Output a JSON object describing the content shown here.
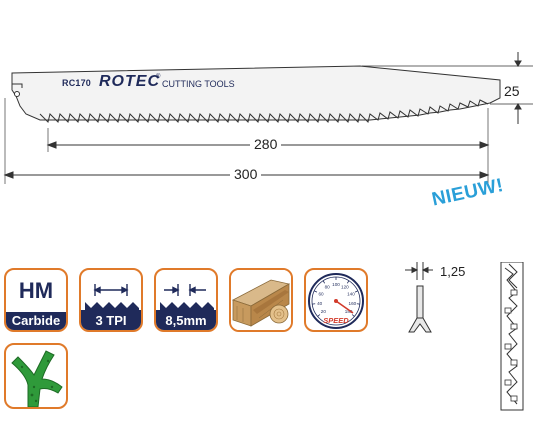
{
  "blade": {
    "model": "RC170",
    "brand": "ROTEC",
    "registered": "®",
    "tagline": "CUTTING TOOLS"
  },
  "dimensions": {
    "width": "25",
    "toothed_length": "280",
    "total_length": "300",
    "thickness": "1,25"
  },
  "badge": {
    "text": "NIEUW!",
    "color": "#2a9fd8"
  },
  "features": {
    "material_top": "HM",
    "material_bottom": "Carbide",
    "tpi": "3 TPI",
    "tooth_pitch": "8,5mm",
    "speed_label": "SPEED",
    "speed_ticks": [
      "20",
      "40",
      "60",
      "80",
      "100",
      "120",
      "140",
      "160",
      "180"
    ]
  },
  "colors": {
    "accent": "#e07a2a",
    "navy": "#1f2a5a",
    "green": "#2f9a3a"
  },
  "icons": [
    "tooth-set-icon",
    "tooth-pitch-icon",
    "wood-icon",
    "speed-gauge-icon",
    "branch-icon",
    "blade-thickness-icon",
    "blade-edge-profile-icon"
  ]
}
